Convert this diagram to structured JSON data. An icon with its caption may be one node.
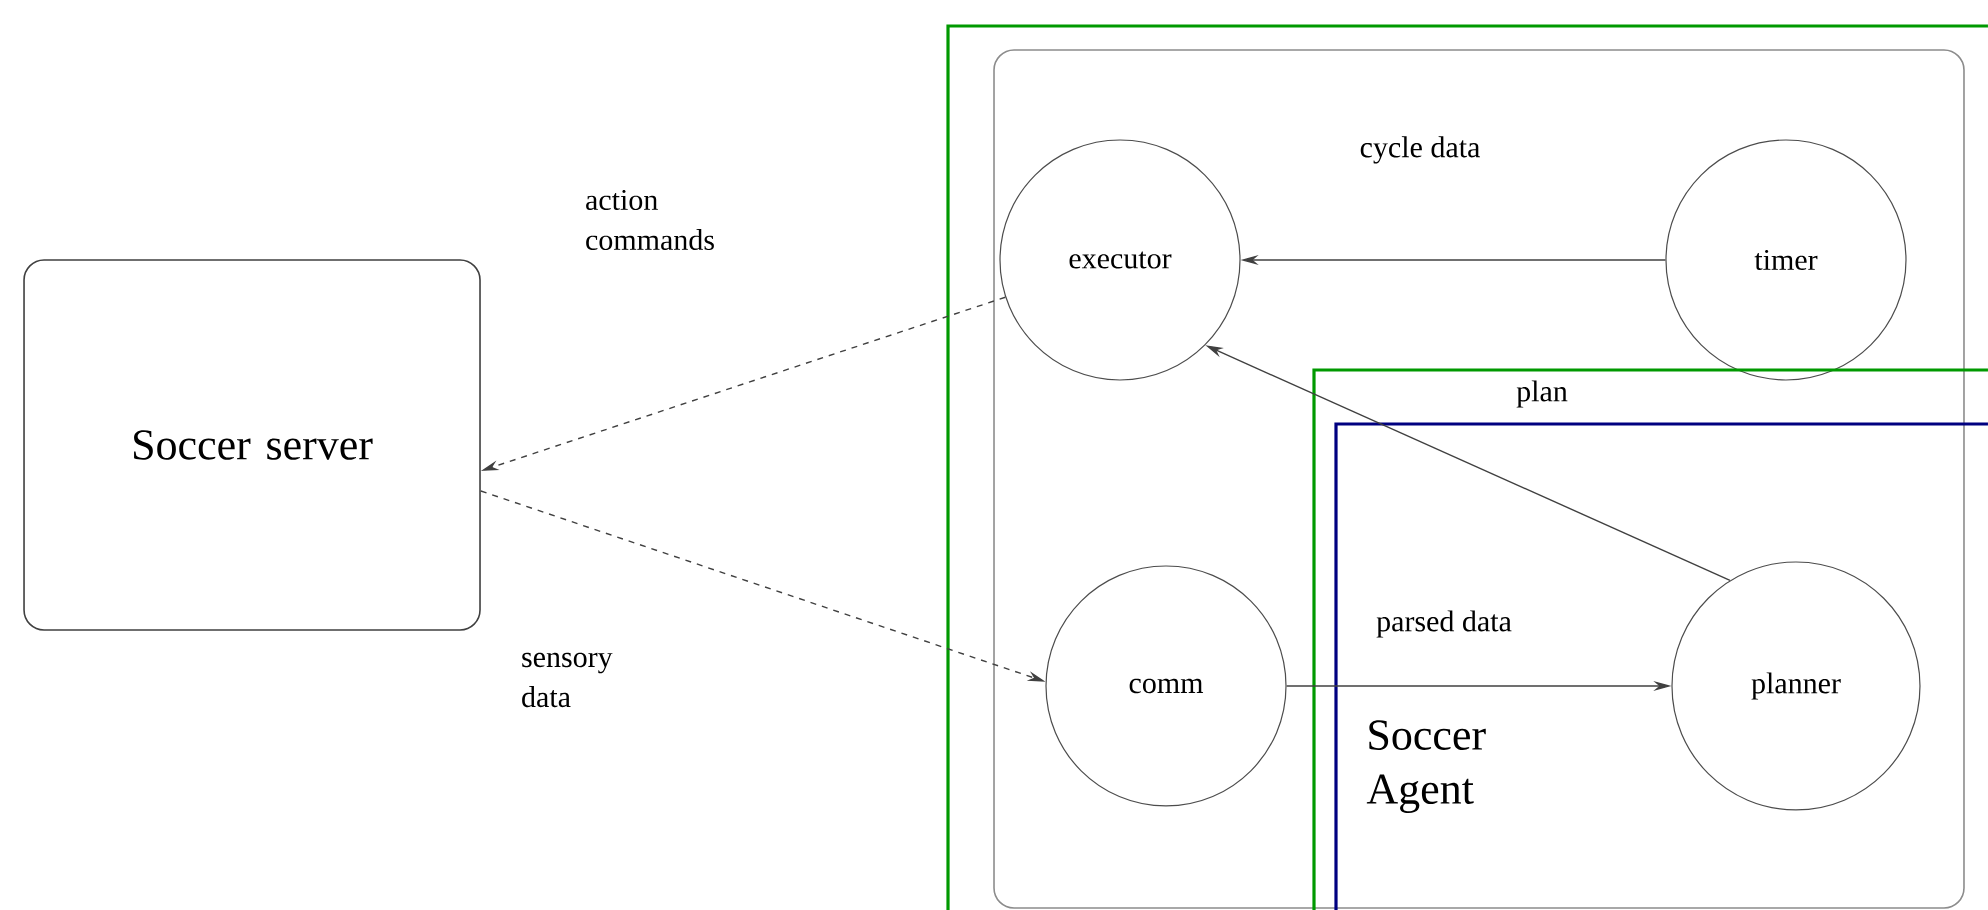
{
  "diagram": {
    "nodes": [
      {
        "text": [
          "Soccer server"
        ]
      },
      {
        "text": [],
        "shape": "box"
      },
      {
        "text": [],
        "shape": "box",
        "in": 1
      },
      {
        "text": [
          "executor"
        ],
        "in": 2
      },
      {
        "text": [
          "timer"
        ],
        "in": 2
      },
      {
        "text": [],
        "shape": "box",
        "in": 1
      },
      {
        "text": [
          "Soccer Agent"
        ],
        "in": 5
      },
      {
        "text": [
          "comm"
        ],
        "in": 2
      },
      {
        "text": [
          "planner"
        ],
        "in": 6
      }
    ],
    "edges": [
      {
        "from": 3,
        "to": 0,
        "arrow": "to",
        "label": "action commands",
        "style": "dashed"
      },
      {
        "from": 0,
        "to": 7,
        "arrow": "to",
        "label": "sensory data",
        "style": "dashed"
      },
      {
        "from": 4,
        "to": 3,
        "arrow": "to",
        "label": "cycle data"
      },
      {
        "from": 8,
        "to": 3,
        "arrow": "to",
        "label": "plan"
      },
      {
        "from": 7,
        "to": 8,
        "arrow": "to",
        "label": "parsed data"
      }
    ]
  }
}
